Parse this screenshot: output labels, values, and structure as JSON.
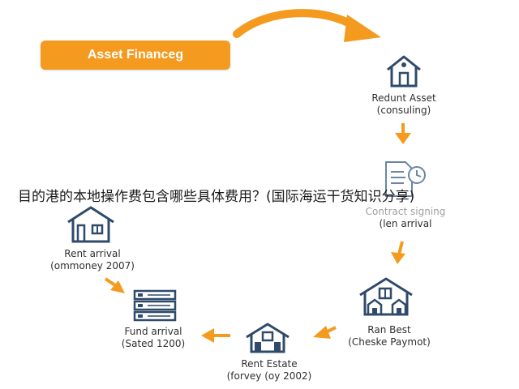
{
  "title": "Asset Financeg",
  "overlay_question": "目的港的本地操作费包含哪些具体费用？(国际海运干货知识分享)",
  "colors": {
    "accent": "#f39a1f",
    "icon_stroke": "#2f4a6b",
    "icon_fill": "#3a5a80"
  },
  "steps": {
    "redunt_asset": {
      "title": "Redunt Asset",
      "subtitle": "(consuling)",
      "icon": "house-icon"
    },
    "contract": {
      "title": "Contract signing",
      "subtitle": "(len arrival",
      "icon": "document-clock-icon"
    },
    "ran_best": {
      "title": "Ran Best",
      "subtitle": "(Cheske Paymot)",
      "icon": "houses-icon"
    },
    "rent_estate": {
      "title": "Rent Estate",
      "subtitle": "(forvey (oy 2002)",
      "icon": "house-icon"
    },
    "fund_arrival": {
      "title": "Fund arrival",
      "subtitle": "(Sated 1200)",
      "icon": "server-stack-icon"
    },
    "rent_arrival": {
      "title": "Rent arrival",
      "subtitle": "(ommoney 2007)",
      "icon": "house-icon"
    }
  }
}
